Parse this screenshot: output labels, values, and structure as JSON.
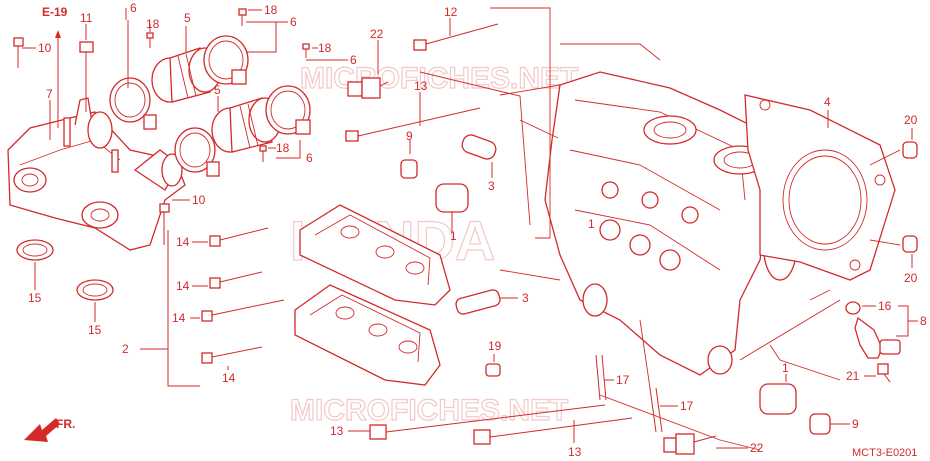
{
  "diagram": {
    "ref_tag": "E-19",
    "direction_label": "FR.",
    "code": "MCT3-E0201",
    "watermarks": [
      "MICROFICHES.NET",
      "HONDA",
      "MICROFICHES.NET"
    ],
    "colors": {
      "line": "#d42a2a",
      "watermark": "#f3c9c9",
      "background": "#ffffff"
    },
    "callouts": [
      "1",
      "1",
      "1",
      "2",
      "3",
      "3",
      "4",
      "5",
      "5",
      "6",
      "6",
      "6",
      "6",
      "7",
      "8",
      "9",
      "9",
      "10",
      "10",
      "11",
      "12",
      "13",
      "13",
      "13",
      "14",
      "14",
      "14",
      "14",
      "15",
      "15",
      "16",
      "17",
      "17",
      "18",
      "18",
      "18",
      "18",
      "19",
      "20",
      "20",
      "21",
      "22",
      "22"
    ]
  }
}
